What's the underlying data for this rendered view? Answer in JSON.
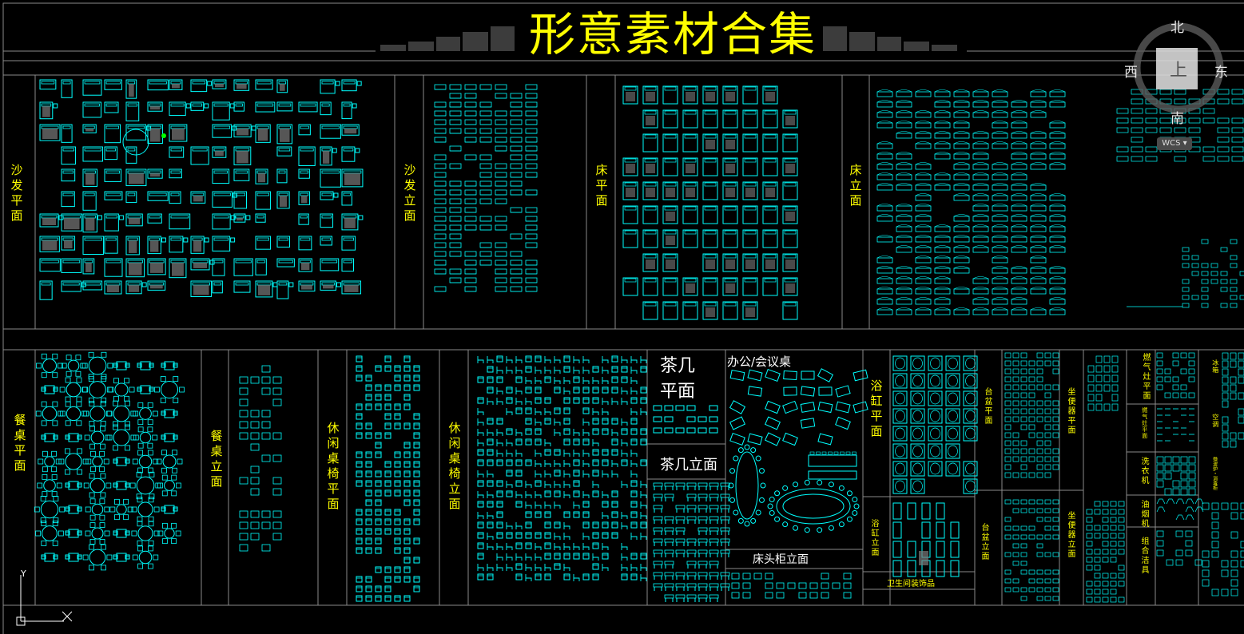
{
  "title": "形意素材合集",
  "colors": {
    "background": "#000000",
    "title": "#ffff00",
    "label": "#ffff00",
    "label_white": "#ffffff",
    "symbols": "#00ffff",
    "frame": "#8a8a8a"
  },
  "sections": {
    "sofa_plan": "沙发平面",
    "sofa_elev": "沙发立面",
    "bed_plan": "床平面",
    "bed_elev": "床立面",
    "dining_plan": "餐桌平面",
    "dining_elev": "餐桌立面",
    "leisure_plan": "休闲桌椅平面",
    "leisure_elev": "休闲桌椅立面",
    "tea_plan_1": "茶几",
    "tea_plan_2": "平面",
    "tea_elev": "茶几立面",
    "office": "办公/会议桌",
    "bedside_elev": "床头柜立面",
    "bathtub": "浴缸平面",
    "bathtub_elev": "浴缸立面",
    "bath_decor": "卫生间装饰品",
    "basin_plan": "台盆平面",
    "basin_elev": "台盆立面",
    "toilet_plan": "坐便器平面",
    "toilet_elev": "坐便器立面",
    "gas_stove": "燃气灶平面",
    "gas_stove_2": "燃气灶平面",
    "washer": "洗衣机",
    "hood": "油烟机",
    "combo": "组合洁具",
    "fridge": "冰箱",
    "aircon": "空调",
    "water_heater": "微波炉・消毒柜"
  },
  "compass": {
    "north": "北",
    "south": "南",
    "east": "东",
    "west": "西",
    "top": "上",
    "wcs": "WCS"
  },
  "ucs": {
    "y": "Y",
    "x": "X"
  }
}
